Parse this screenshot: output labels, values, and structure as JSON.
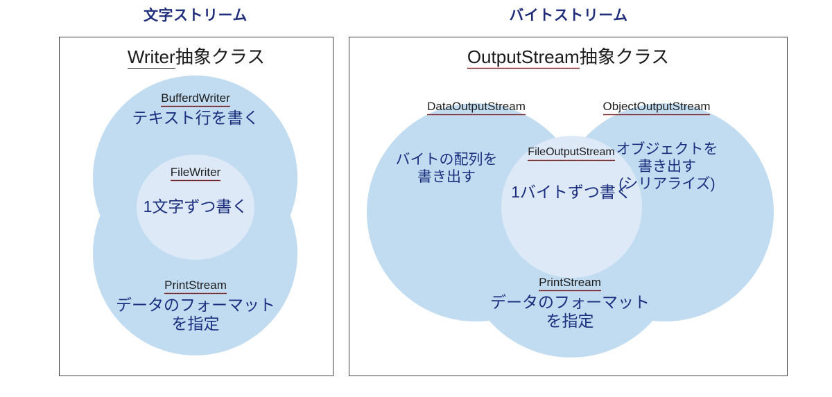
{
  "diagram": {
    "sections": [
      {
        "id": "char-stream",
        "title": "文字ストリーム",
        "heading_base": "Writer",
        "heading_suffix": "抽象クラス",
        "heading_spellchecked": false,
        "groups": [
          {
            "name": "BufferdWriter",
            "description": "テキスト行を書く",
            "shape": "outer-circle-top"
          },
          {
            "name": "FileWriter",
            "description": "1文字ずつ書く",
            "shape": "inner-circle"
          },
          {
            "name": "PrintStream",
            "description": "データのフォーマット\nを指定",
            "shape": "outer-circle-bottom"
          }
        ]
      },
      {
        "id": "byte-stream",
        "title": "バイトストリーム",
        "heading_base": "OutputStream",
        "heading_suffix": "抽象クラス",
        "heading_spellchecked": true,
        "groups": [
          {
            "name": "DataOutputStream",
            "description": "バイトの配列を\n書き出す",
            "shape": "outer-circle-left"
          },
          {
            "name": "ObjectOutputStream",
            "description": "オブジェクトを\n書き出す\n(シリアライズ)",
            "shape": "outer-circle-right"
          },
          {
            "name": "FileOutputStream",
            "description": "1バイトずつ書く",
            "shape": "inner-circle"
          },
          {
            "name": "PrintStream",
            "description": "データのフォーマット\nを指定",
            "shape": "outer-circle-bottom"
          }
        ]
      }
    ]
  },
  "labels": {
    "left": {
      "title": "文字ストリーム",
      "heading_base": "Writer",
      "heading_suffix": "抽象クラス",
      "buffered_writer": "BufferdWriter",
      "buffered_writer_desc": "テキスト行を書く",
      "file_writer": "FileWriter",
      "file_writer_desc": "1文字ずつ書く",
      "print_stream": "PrintStream",
      "print_stream_desc_1": "データのフォーマット",
      "print_stream_desc_2": "を指定"
    },
    "right": {
      "title": "バイトストリーム",
      "heading_base": "OutputStream",
      "heading_suffix": "抽象クラス",
      "data_output_stream": "DataOutputStream",
      "data_output_stream_desc_1": "バイトの配列を",
      "data_output_stream_desc_2": "書き出す",
      "object_output_stream": "ObjectOutputStream",
      "object_output_stream_desc_1": "オブジェクトを",
      "object_output_stream_desc_2": "書き出す",
      "object_output_stream_desc_3": "(シリアライズ)",
      "file_output_stream": "FileOutputStream",
      "file_output_stream_desc": "1バイトずつ書く",
      "print_stream": "PrintStream",
      "print_stream_desc_1": "データのフォーマット",
      "print_stream_desc_2": "を指定"
    }
  },
  "colors": {
    "title_blue": "#1f2d7a",
    "description_blue": "#1c2f7e",
    "outer_circle_fill": "#c1dcf1",
    "inner_circle_fill": "#dde9f7",
    "panel_border": "#3d3d3d",
    "heading_text": "#1a1a1a",
    "spellcheck_red": "#e8262a",
    "background": "#ffffff"
  }
}
